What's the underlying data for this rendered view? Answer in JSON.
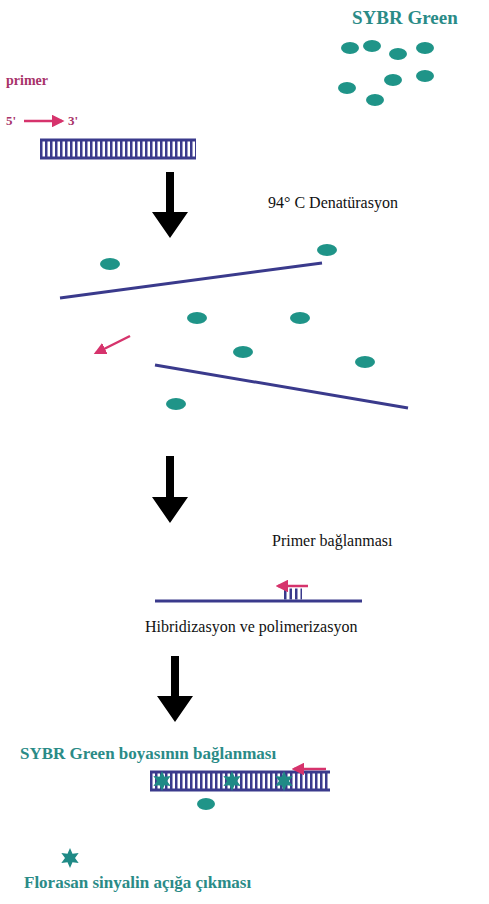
{
  "diagram": {
    "labels": [
      "SYBR Green",
      "primer",
      "5'",
      "3'",
      "94° C Denatürasyon",
      "Primer bağlanması",
      "Hibridizasyon ve polimerizasyon",
      "SYBR Green boyasının bağlanması",
      "Florasan sinyalin açığa çıkması"
    ]
  }
}
